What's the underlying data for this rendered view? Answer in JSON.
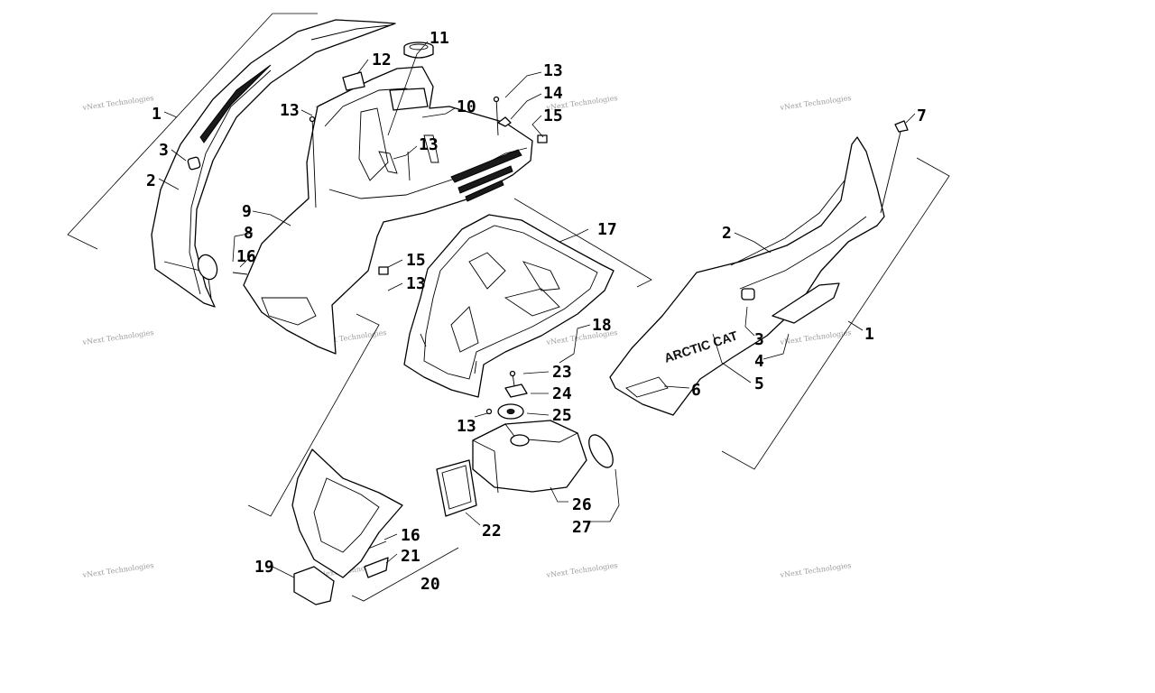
{
  "watermark": "vNext Technologies",
  "decal_text": "ARCTIC CAT",
  "callouts": [
    {
      "id": "c1a",
      "label": "1"
    },
    {
      "id": "c2a",
      "label": "2"
    },
    {
      "id": "c3a",
      "label": "3"
    },
    {
      "id": "c8",
      "label": "8"
    },
    {
      "id": "c16a",
      "label": "16"
    },
    {
      "id": "c9",
      "label": "9"
    },
    {
      "id": "c12",
      "label": "12"
    },
    {
      "id": "c11",
      "label": "11"
    },
    {
      "id": "c13a",
      "label": "13"
    },
    {
      "id": "c10",
      "label": "10"
    },
    {
      "id": "c13b",
      "label": "13"
    },
    {
      "id": "c13c",
      "label": "13"
    },
    {
      "id": "c14",
      "label": "14"
    },
    {
      "id": "c15a",
      "label": "15"
    },
    {
      "id": "c15b",
      "label": "15"
    },
    {
      "id": "c13d",
      "label": "13"
    },
    {
      "id": "c17",
      "label": "17"
    },
    {
      "id": "c18",
      "label": "18"
    },
    {
      "id": "c23",
      "label": "23"
    },
    {
      "id": "c24",
      "label": "24"
    },
    {
      "id": "c25",
      "label": "25"
    },
    {
      "id": "c13e",
      "label": "13"
    },
    {
      "id": "c26",
      "label": "26"
    },
    {
      "id": "c27",
      "label": "27"
    },
    {
      "id": "c22",
      "label": "22"
    },
    {
      "id": "c16b",
      "label": "16"
    },
    {
      "id": "c21",
      "label": "21"
    },
    {
      "id": "c20",
      "label": "20"
    },
    {
      "id": "c19",
      "label": "19"
    },
    {
      "id": "c7",
      "label": "7"
    },
    {
      "id": "c2b",
      "label": "2"
    },
    {
      "id": "c1b",
      "label": "1"
    },
    {
      "id": "c3b",
      "label": "3"
    },
    {
      "id": "c4",
      "label": "4"
    },
    {
      "id": "c5",
      "label": "5"
    },
    {
      "id": "c6",
      "label": "6"
    }
  ]
}
